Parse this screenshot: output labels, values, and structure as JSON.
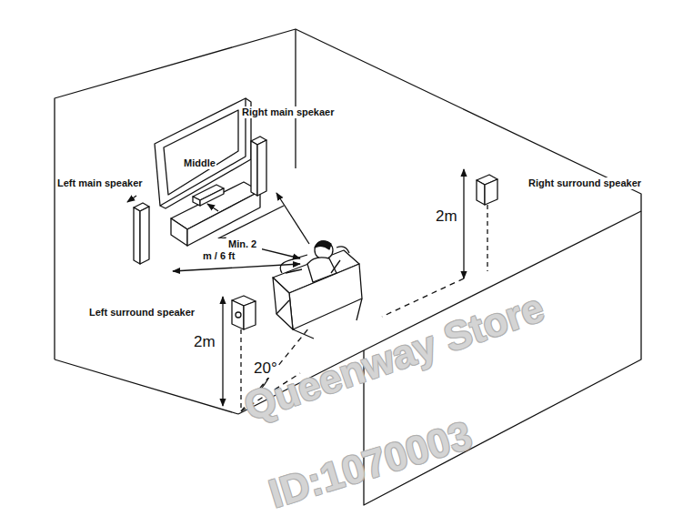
{
  "diagram": {
    "labels": [
      "Right main spekaer",
      "Middle",
      "Left main speaker",
      "Right surround speaker",
      "Left surround speaker",
      "2m",
      "2m",
      "Min. 2 m / 6 ft",
      "20°",
      "Queenway Store",
      "ID:1070003"
    ]
  }
}
